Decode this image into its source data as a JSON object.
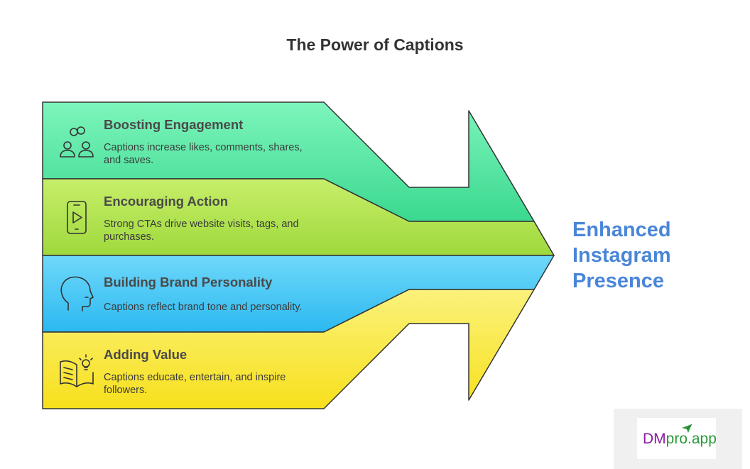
{
  "title": "The Power of Captions",
  "result": {
    "lines": [
      "Enhanced",
      "Instagram",
      "Presence"
    ],
    "color": "#4a86d8"
  },
  "rows": [
    {
      "title": "Boosting Engagement",
      "description_lines": [
        "Captions increase likes, comments, shares,",
        "and saves."
      ],
      "icon": "people-link-icon",
      "color_top": "#7ef5bc",
      "color_bottom": "#3ad88f"
    },
    {
      "title": "Encouraging Action",
      "description_lines": [
        "Strong CTAs drive website visits, tags, and",
        "purchases."
      ],
      "icon": "phone-play-icon",
      "color_top": "#c7ee6a",
      "color_bottom": "#9fd93c"
    },
    {
      "title": "Building Brand Personality",
      "description_lines": [
        "Captions reflect brand tone and personality."
      ],
      "icon": "head-profile-icon",
      "color_top": "#6fd8fa",
      "color_bottom": "#2cb9f0"
    },
    {
      "title": "Adding Value",
      "description_lines": [
        "Captions educate, entertain, and inspire",
        "followers."
      ],
      "icon": "book-idea-icon",
      "color_top": "#fbf27c",
      "color_bottom": "#f7e01c"
    }
  ],
  "logo": {
    "brand_primary": "DM",
    "brand_secondary": "pro.app",
    "color_primary": "#8a1aa0",
    "color_secondary": "#2b9a3a"
  }
}
